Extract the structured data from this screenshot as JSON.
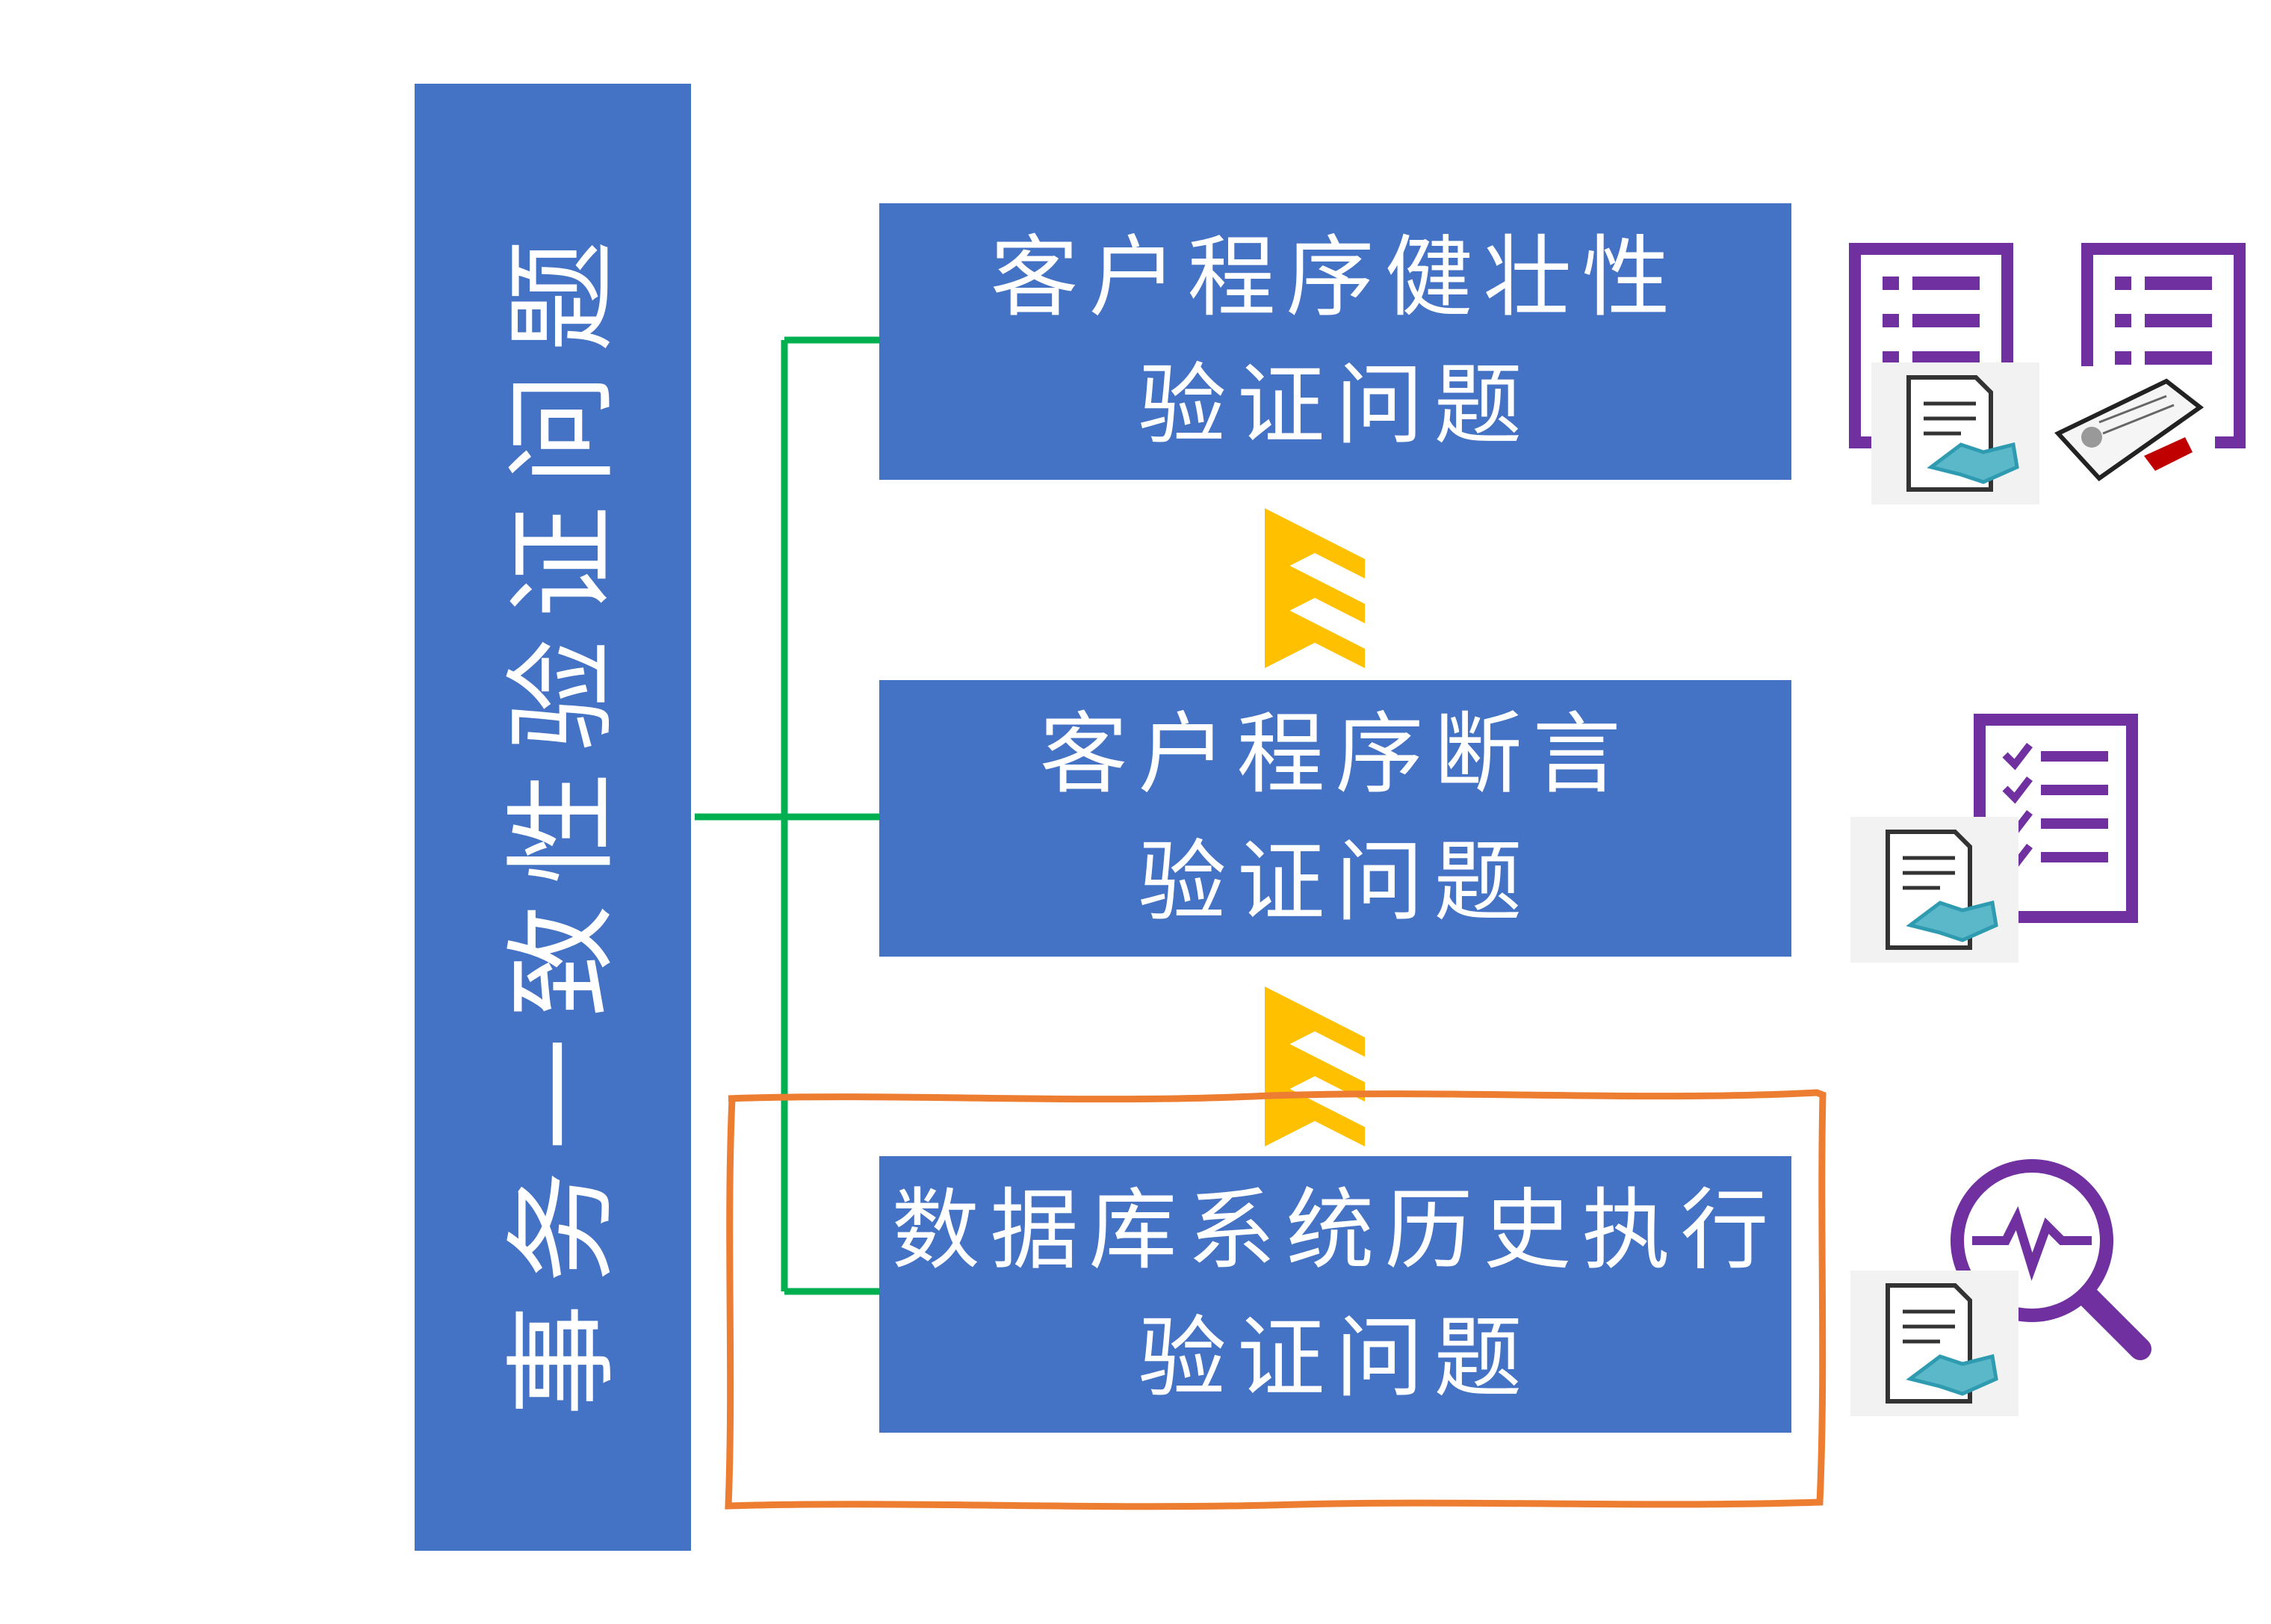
{
  "main_title": "事务一致性验证问题",
  "levels": [
    {
      "line1": "客户程序健壮性",
      "line2": "验证问题"
    },
    {
      "line1": "客户程序断言",
      "line2": "验证问题"
    },
    {
      "line1": "数据库系统历史执行",
      "line2": "验证问题"
    }
  ],
  "icons": {
    "level1": [
      "checklist-icon",
      "checklist-icon",
      "contract-handshake-icon",
      "signed-contract-icon"
    ],
    "level2": [
      "checklist-icon",
      "contract-handshake-icon"
    ],
    "level3": [
      "search-pulse-icon",
      "contract-handshake-icon"
    ]
  },
  "colors": {
    "box_fill": "#4472c4",
    "connector": "#00b050",
    "chevron": "#ffc000",
    "highlight": "#ed7d31",
    "icon_purple": "#7030a0",
    "handshake": "#2e9bb0"
  }
}
